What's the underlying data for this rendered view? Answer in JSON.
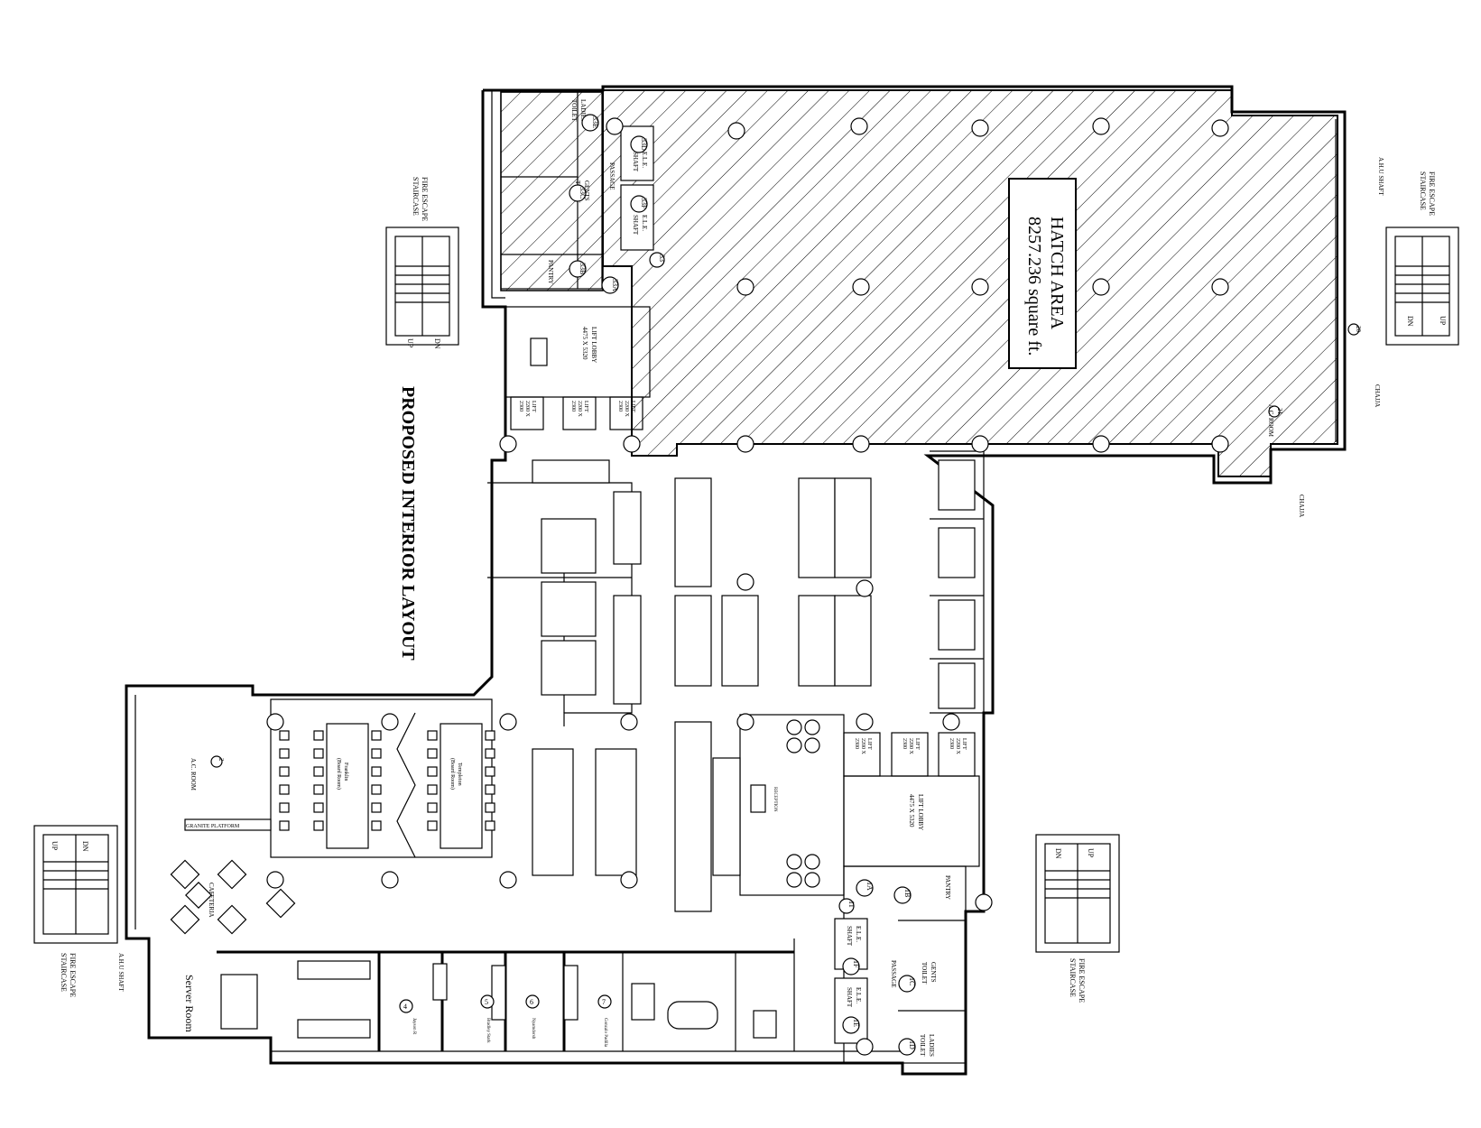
{
  "title": "PROPOSED INTERIOR LAYOUT",
  "hatch": {
    "name": "HATCH AREA",
    "size": "8257.236 square ft."
  },
  "labels": {
    "fire_escape_nw": [
      "FIRE ESCAPE",
      "STAIRCASE"
    ],
    "fire_escape_ne": [
      "FIRE ESCAPE",
      "STAIRCASE"
    ],
    "fire_escape_sw": [
      "FIRE ESCAPE",
      "STAIRCASE"
    ],
    "fire_escape_se": [
      "FIRE ESCAPE",
      "STAIRCASE"
    ],
    "ahu_shaft_ne": "A.H.U SHAFT",
    "ahu_shaft_sw": "A.H.U SHAFT",
    "chajja_1": "CHAJJA",
    "chajja_2": "CHAJJA",
    "ac_room_ne": "A.C. ROOM",
    "ac_room_ne_no": "21",
    "ac_room_w": "A.C. ROOM",
    "ac_room_w_no": "2",
    "lift_lobby_n": [
      "LIFT LOBBY",
      "4475 X 5320"
    ],
    "lift_lobby_s": [
      "LIFT LOBBY",
      "4475 X 5320"
    ],
    "lift": [
      "LIFT",
      "2200 X",
      "2300"
    ],
    "ladies_toilet": [
      "LADIES",
      "TOILET"
    ],
    "gents_toilet": [
      "GENTS",
      "TOILET"
    ],
    "passage": "PASSAGE",
    "pantry": "PANTRY",
    "ele_shaft": [
      "E.L.E.",
      "SHAFT"
    ],
    "cafeteria": "CAFETERIA",
    "server_room": "Server Room",
    "reception": "RECEPTION",
    "granite_platform": "GRANITE PLATFORM",
    "board_1": [
      "Franklin",
      "(Board Room)"
    ],
    "board_2": [
      "Templeton",
      "(Board Room)"
    ],
    "up": "UP",
    "dn": "DN",
    "rooms_north": [
      "33E",
      "33D",
      "33C",
      "33F",
      "33B",
      "33A",
      "33"
    ],
    "rooms_south": [
      "1A",
      "1B",
      "1C",
      "1D",
      "1E",
      "1F",
      "11"
    ],
    "rooms_row": [
      "4",
      "5",
      "6",
      "7"
    ],
    "row_names": [
      "Jayson R",
      "Bradley Stark",
      "Nyamdorsh",
      "Gonzalo Padilla"
    ],
    "column_no": "20"
  }
}
